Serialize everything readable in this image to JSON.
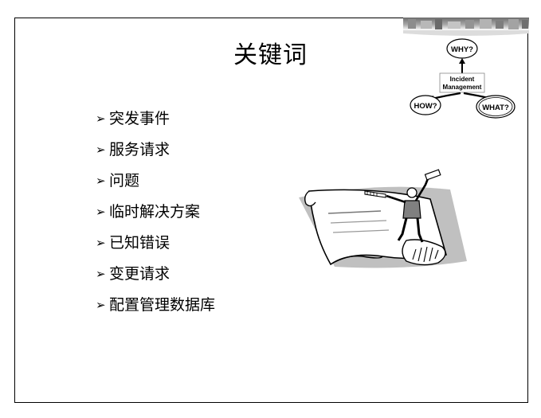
{
  "slide": {
    "title": "关键词",
    "bullet_marker": "➢",
    "bullets": [
      "突发事件",
      "服务请求",
      "问题",
      "临时解决方案",
      "已知错误",
      "变更请求",
      "配置管理数据库"
    ]
  },
  "diagram": {
    "top_node": "WHY?",
    "center_line1": "Incident",
    "center_line2": "Management",
    "left_node": "HOW?",
    "right_node": "WHAT?"
  },
  "colors": {
    "border": "#000000",
    "clipart_shadow": "#c0c0c0",
    "clipart_shirt": "#808080"
  },
  "icons": {
    "illustration": "person-on-scroll-illustration",
    "strip": "decorative-gray-strip"
  }
}
